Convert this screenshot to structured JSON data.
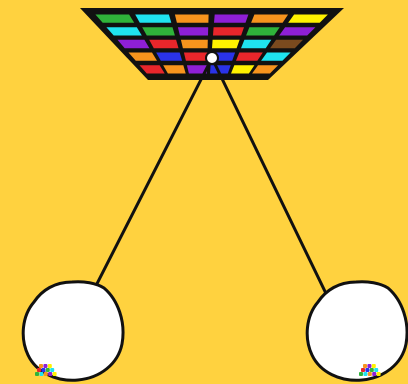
{
  "colors": {
    "background": "#FFD23F",
    "outline": "#111111",
    "eye_fill": "#FFFFFF",
    "grid_palette": {
      "green": "#2FB33A",
      "cyan": "#1FE3F0",
      "orange": "#F7941D",
      "purple": "#8E1FD6",
      "yellow": "#FFF200",
      "red": "#E8262B",
      "blue": "#2A33E8",
      "brown": "#7A4A1E"
    }
  },
  "grid_pattern": [
    [
      "green",
      "cyan",
      "orange",
      "purple",
      "orange",
      "yellow"
    ],
    [
      "cyan",
      "green",
      "purple",
      "red",
      "green",
      "purple"
    ],
    [
      "purple",
      "red",
      "orange",
      "yellow",
      "cyan",
      "brown"
    ],
    [
      "orange",
      "blue",
      "red",
      "blue",
      "red",
      "cyan"
    ],
    [
      "red",
      "orange",
      "purple",
      "blue",
      "yellow",
      "orange"
    ]
  ],
  "retina_image_colors": [
    "green",
    "cyan",
    "orange",
    "purple",
    "yellow",
    "red",
    "blue"
  ],
  "figure": {
    "elements": [
      "colored-grid",
      "focal-point",
      "left-ray",
      "right-ray",
      "left-eye",
      "right-eye"
    ]
  }
}
